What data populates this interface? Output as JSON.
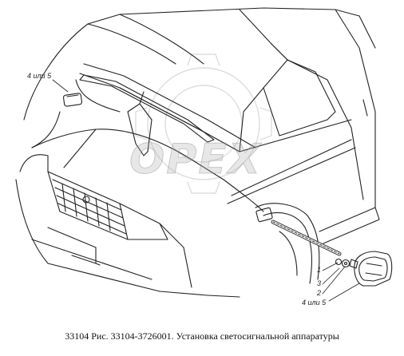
{
  "watermark": {
    "text": "OPEX"
  },
  "callouts": {
    "top_left": "4 или 5",
    "item_1": "1",
    "item_3": "3",
    "item_2": "2",
    "bottom_right": "4 или 5"
  },
  "caption": "33104 Рис. 33104-3726001. Установка светосигнальной аппаратуры",
  "colors": {
    "line": "#222222",
    "watermark": "#aaaaaa"
  }
}
